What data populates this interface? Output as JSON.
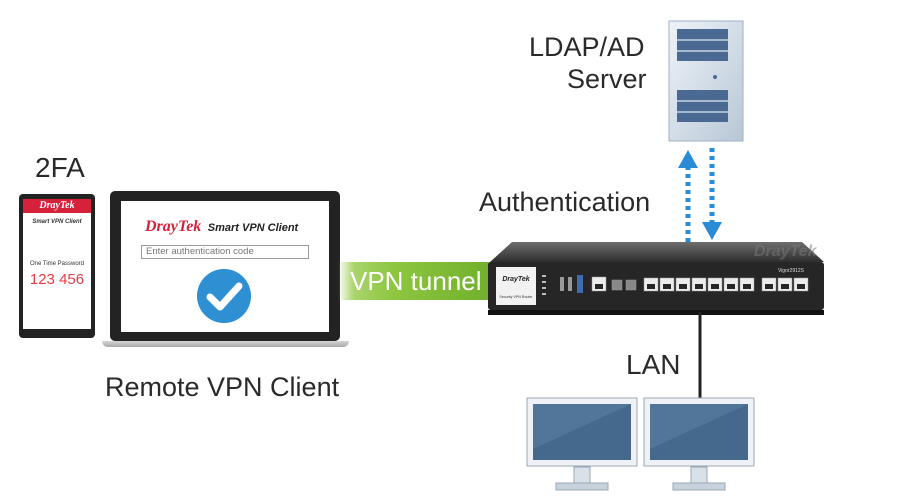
{
  "labels": {
    "twofa": "2FA",
    "ldap_line1": "LDAP/AD",
    "ldap_line2": "Server",
    "authentication": "Authentication",
    "vpn_tunnel": "VPN tunnel",
    "lan": "LAN",
    "remote_client": "Remote VPN Client"
  },
  "phone": {
    "brand": "DrayTek",
    "app_title": "Smart VPN Client",
    "otp_label": "One Time Password",
    "otp_code": "123 456"
  },
  "laptop": {
    "brand_dray": "Dray",
    "brand_tek": "Tek",
    "app_title": "Smart VPN Client",
    "auth_placeholder": "Enter authentication code"
  },
  "router": {
    "brand": "DrayTek",
    "model": "Vigor2912S",
    "subtitle": "Security VPN Router"
  },
  "colors": {
    "brand_red": "#d6213b",
    "check_blue": "#2e8fd3",
    "tunnel_green": "#8dc63f",
    "arrow_blue": "#2a8bd6",
    "otp_red": "#e53c43",
    "monitor_blue": "#45698c"
  }
}
